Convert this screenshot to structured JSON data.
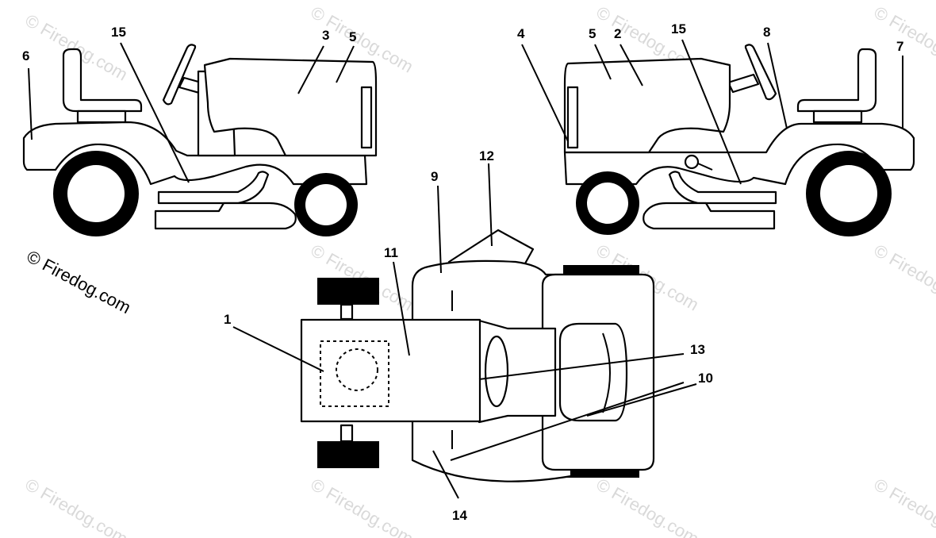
{
  "diagram": {
    "callouts": [
      {
        "id": "c1",
        "text": "1"
      },
      {
        "id": "c2",
        "text": "2"
      },
      {
        "id": "c3",
        "text": "3"
      },
      {
        "id": "c4",
        "text": "4"
      },
      {
        "id": "c5a",
        "text": "5"
      },
      {
        "id": "c5b",
        "text": "5"
      },
      {
        "id": "c6",
        "text": "6"
      },
      {
        "id": "c7",
        "text": "7"
      },
      {
        "id": "c8",
        "text": "8"
      },
      {
        "id": "c9",
        "text": "9"
      },
      {
        "id": "c10",
        "text": "10"
      },
      {
        "id": "c11",
        "text": "11"
      },
      {
        "id": "c12",
        "text": "12"
      },
      {
        "id": "c13",
        "text": "13"
      },
      {
        "id": "c14",
        "text": "14"
      },
      {
        "id": "c15a",
        "text": "15"
      },
      {
        "id": "c15b",
        "text": "15"
      }
    ],
    "watermark": "© Firedog.com"
  }
}
